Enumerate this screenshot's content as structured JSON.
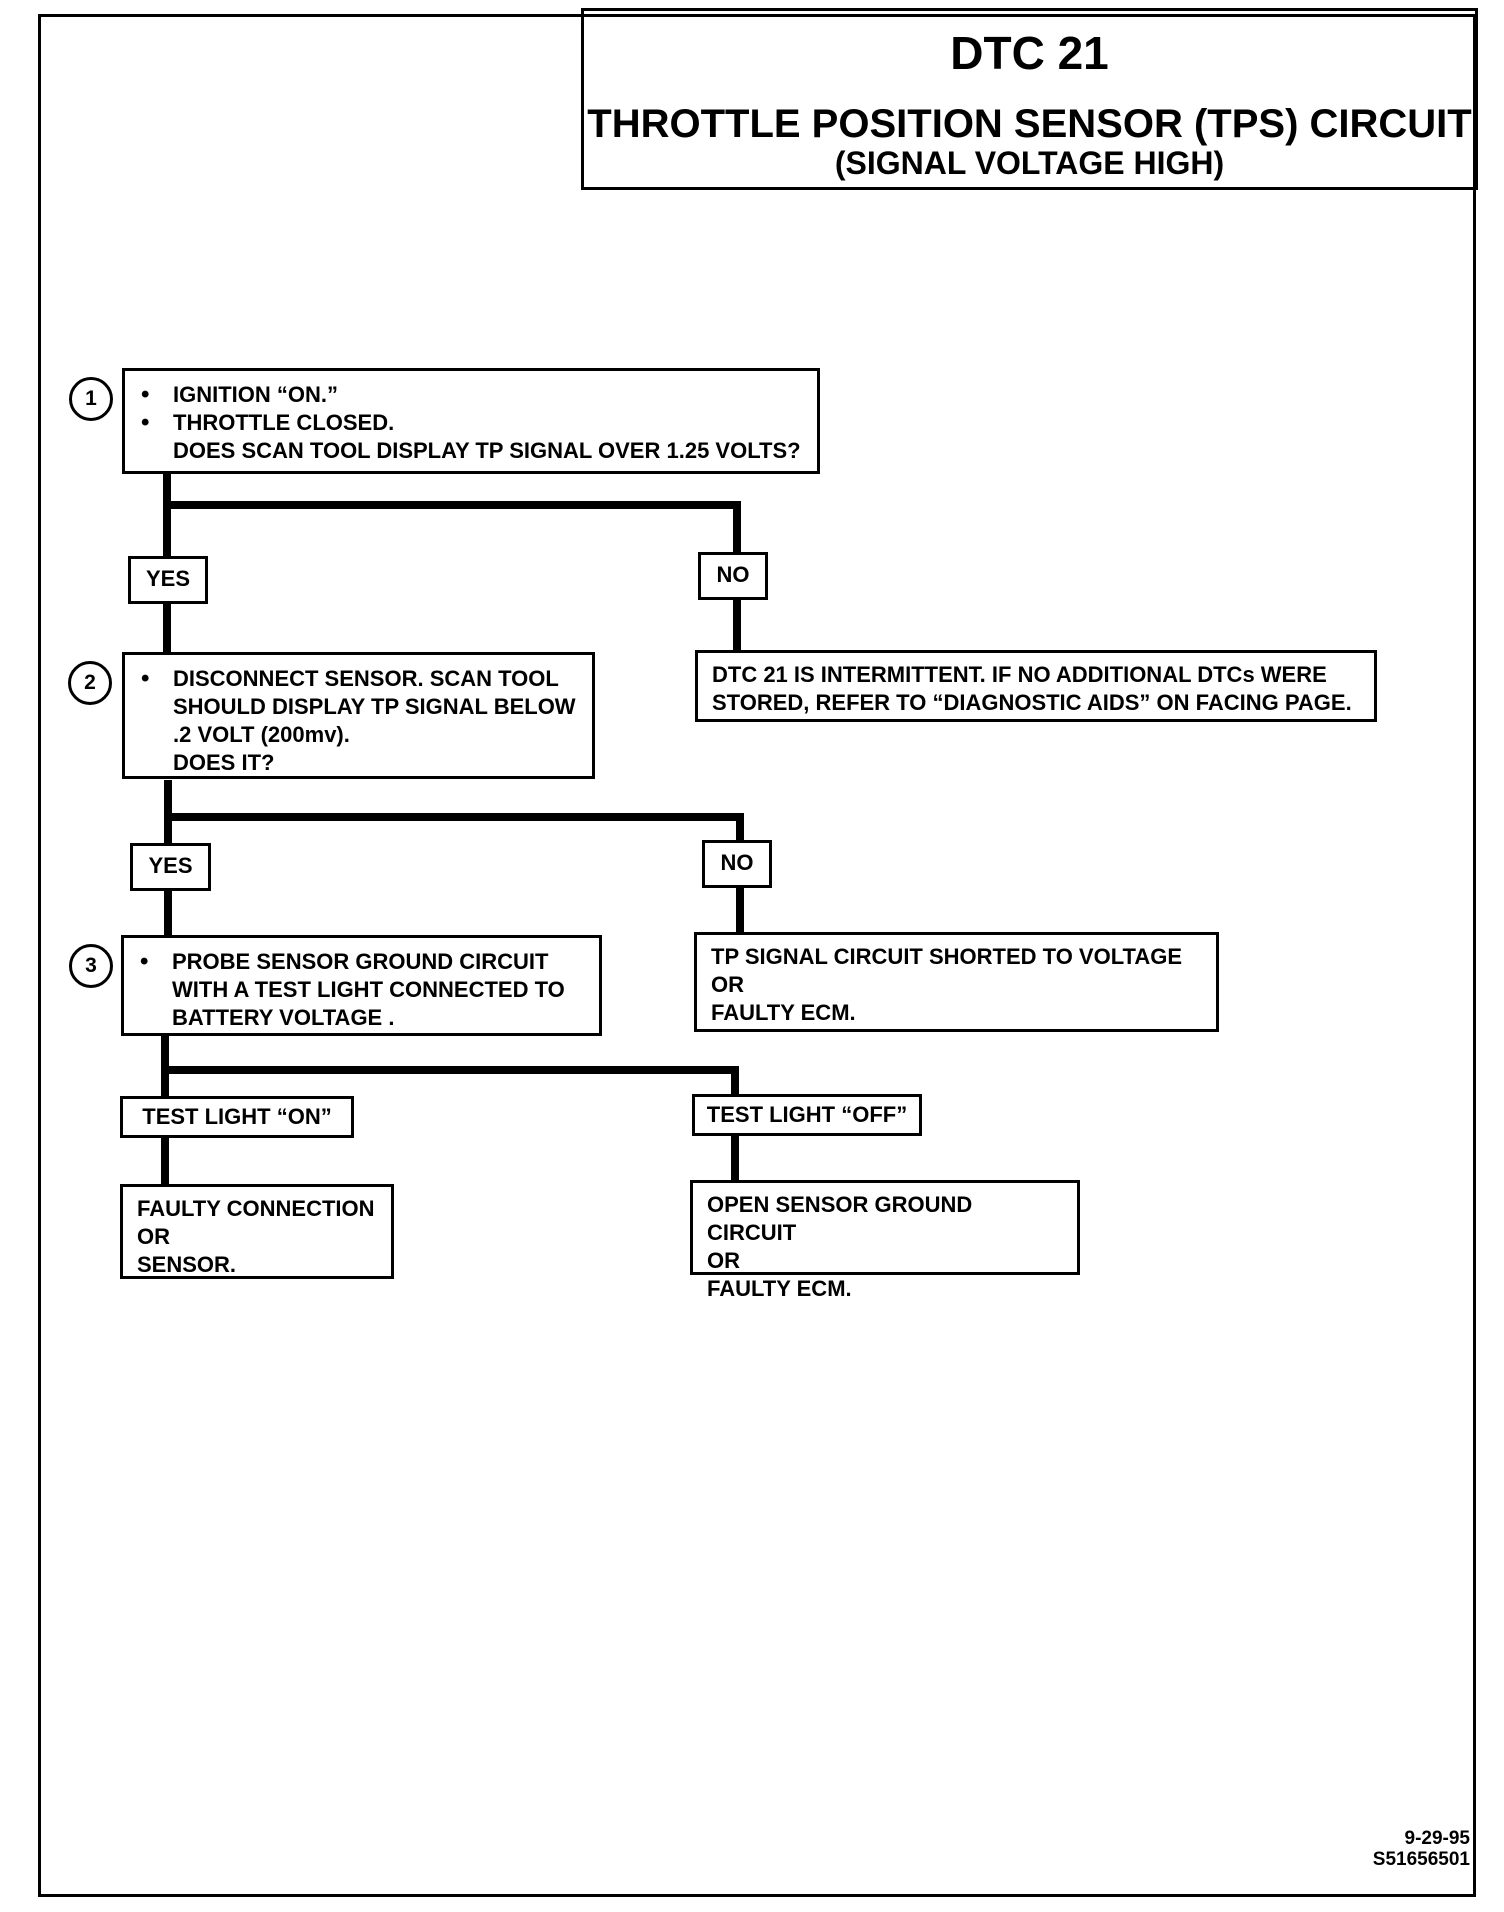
{
  "header": {
    "code": "DTC 21",
    "title": "THROTTLE POSITION SENSOR (TPS) CIRCUIT",
    "subtitle": "(SIGNAL VOLTAGE HIGH)"
  },
  "steps": [
    {
      "number": "1",
      "bullets": [
        "IGNITION “ON.”",
        "THROTTLE CLOSED."
      ],
      "question": "DOES SCAN TOOL DISPLAY TP SIGNAL OVER 1.25 VOLTS?"
    },
    {
      "number": "2",
      "bullets": [
        "DISCONNECT SENSOR. SCAN TOOL SHOULD DISPLAY TP SIGNAL BELOW .2 VOLT (200mv)."
      ],
      "question": "DOES IT?"
    },
    {
      "number": "3",
      "bullets": [
        "PROBE SENSOR GROUND CIRCUIT WITH A TEST LIGHT CONNECTED TO BATTERY VOLTAGE ."
      ],
      "question": ""
    }
  ],
  "branch_labels": {
    "yes": "YES",
    "no": "NO",
    "test_light_on": "TEST LIGHT “ON”",
    "test_light_off": "TEST LIGHT “OFF”"
  },
  "results": {
    "intermittent": "DTC 21 IS INTERMITTENT.  IF NO ADDITIONAL DTCs WERE STORED, REFER TO  “DIAGNOSTIC AIDS” ON FACING PAGE.",
    "shorted": [
      "TP SIGNAL CIRCUIT SHORTED TO VOLTAGE",
      "OR",
      "FAULTY ECM."
    ],
    "faulty_connection": [
      "FAULTY CONNECTION",
      "OR",
      "SENSOR."
    ],
    "open_ground": [
      "OPEN SENSOR GROUND CIRCUIT",
      "OR",
      "FAULTY ECM."
    ]
  },
  "footer": {
    "date": "9-29-95",
    "code": "S51656501"
  }
}
